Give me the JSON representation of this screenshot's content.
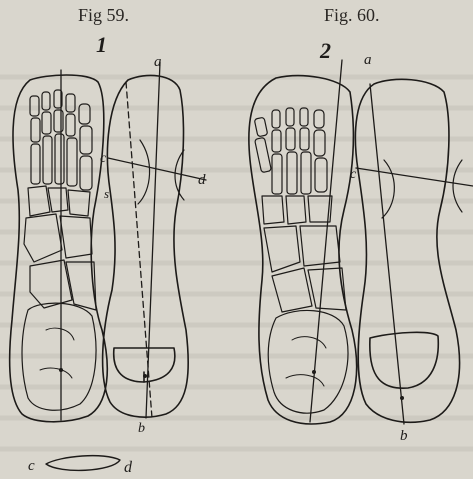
{
  "captions": {
    "fig59": "Fig 59.",
    "fig60": "Fig. 60."
  },
  "labels": {
    "fig59_number": "1",
    "fig60_number": "2",
    "a_left": "a",
    "c_left": "c",
    "d_left": "d",
    "s_left": "s",
    "b_left": "b",
    "a_right": "a",
    "c_right": "c",
    "b_right": "b",
    "c_bottom": "c",
    "d_bottom": "d"
  }
}
